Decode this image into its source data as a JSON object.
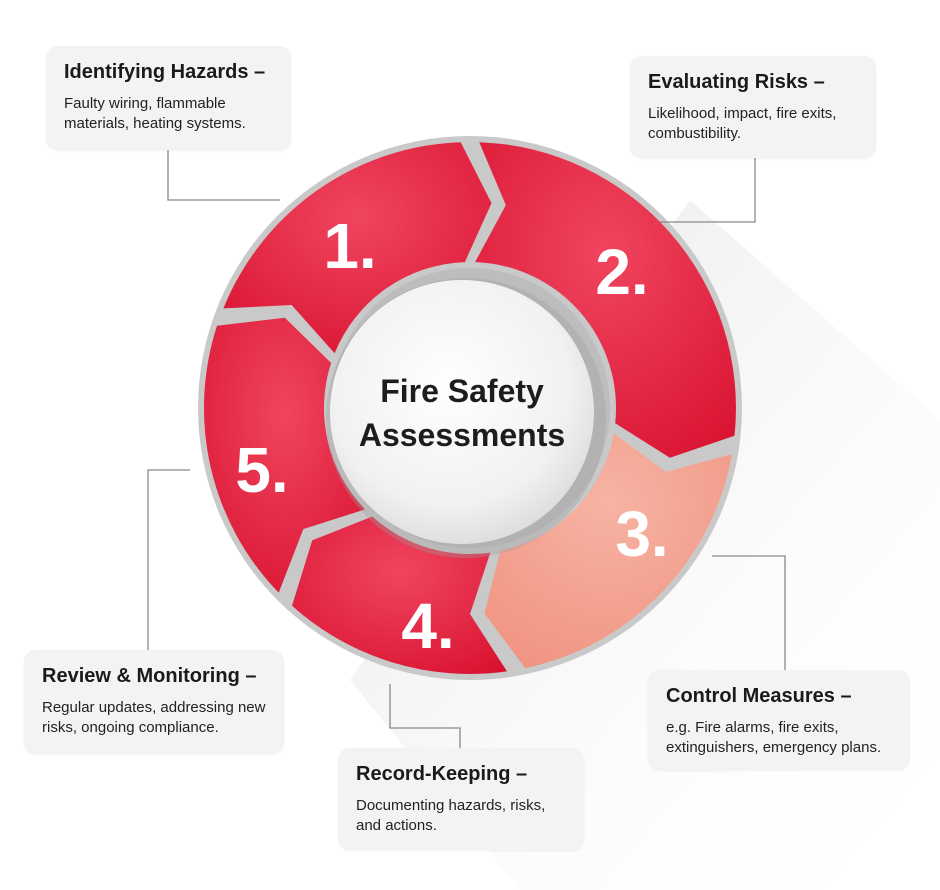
{
  "center": {
    "line1": "Fire Safety",
    "line2": "Assessments"
  },
  "colors": {
    "segment_red": "#e8203e",
    "segment_red_light": "#f0455f",
    "segment_peach": "#f4a090",
    "connector": "#888888",
    "card_bg": "#f3f3f3"
  },
  "steps": [
    {
      "number": "1.",
      "title": "Identifying Hazards –",
      "description": "Faulty wiring, flammable materials, heating systems."
    },
    {
      "number": "2.",
      "title": "Evaluating Risks –",
      "description": "Likelihood, impact, fire exits, combustibility."
    },
    {
      "number": "3.",
      "title": "Control Measures –",
      "description": "e.g. Fire alarms, fire exits, extinguishers, emergency plans."
    },
    {
      "number": "4.",
      "title": "Record-Keeping –",
      "description": "Documenting hazards, risks, and actions."
    },
    {
      "number": "5.",
      "title": "Review & Monitoring –",
      "description": "Regular updates, addressing new risks, ongoing compliance."
    }
  ]
}
